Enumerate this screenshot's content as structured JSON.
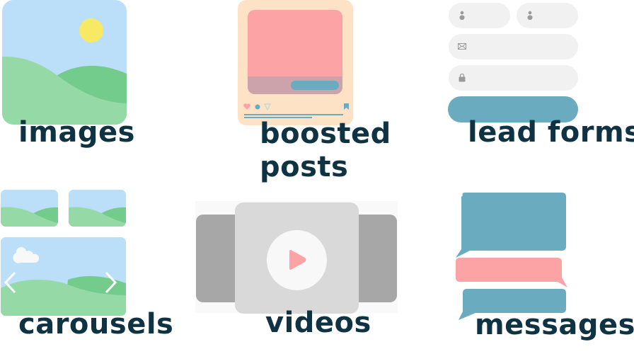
{
  "tiles": [
    {
      "id": "images",
      "label": "images",
      "icon": "landscape-image-icon"
    },
    {
      "id": "boosted-posts",
      "label_line1": "boosted",
      "label_line2": "posts",
      "icon": "social-post-icon"
    },
    {
      "id": "lead-forms",
      "label": "lead forms",
      "icon": "form-icon"
    },
    {
      "id": "carousels",
      "label": "carousels",
      "icon": "carousel-icon"
    },
    {
      "id": "videos",
      "label": "videos",
      "icon": "video-play-icon"
    },
    {
      "id": "messages",
      "label": "messages",
      "icon": "chat-bubbles-icon"
    }
  ],
  "colors": {
    "sky": "#bbdff8",
    "hill_light": "#95d9a6",
    "hill_dark": "#74cc8c",
    "sun": "#f7e964",
    "post_bg": "#fde2c6",
    "post_media": "#fba3a5",
    "post_overlay": "#cca3ab",
    "accent_blue": "#6aabbf",
    "field_bg": "#f1f1f1",
    "field_icon": "#9a9a9a",
    "video_dark": "#a7a7a7",
    "video_light": "#d9d9d9",
    "play_bg": "#f8f8f8",
    "pink": "#fba3a5",
    "text": "#0f3342"
  }
}
